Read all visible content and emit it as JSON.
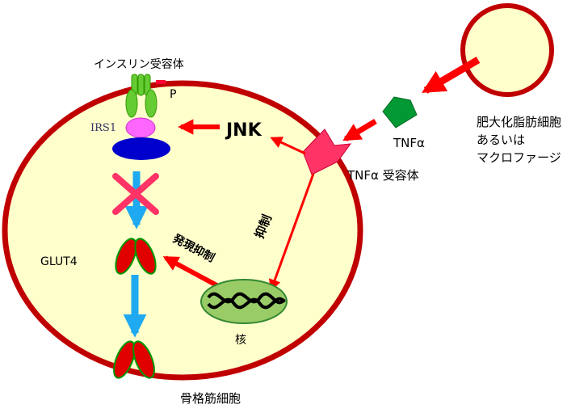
{
  "labels": {
    "insulin_receptor": "インスリン受容体",
    "phospho": "P",
    "irs1": "IRS1",
    "jnk": "JNK",
    "tnf_alpha": "TNFα",
    "tnf_receptor": "TNFα 受容体",
    "source_line1": "肥大化脂肪細胞",
    "source_line2": "あるいは",
    "source_line3": "マクロファージ",
    "suppression": "抑制",
    "expression_suppression": "発現抑制",
    "glut4": "GLUT4",
    "nucleus": "核",
    "skeletal_muscle_cell": "骨格筋細胞"
  },
  "colors": {
    "cell_fill": "#FFFFCC",
    "cell_border": "#C00000",
    "arrow_red": "#FF0000",
    "arrow_blue": "#1FA9F0",
    "receptor_green": "#66CC33",
    "irs1_pink": "#FF66FF",
    "base_blue": "#0000CC",
    "tnf_green": "#009933",
    "tnf_receptor_pink": "#FF3366",
    "glut4_red": "#E00000",
    "nucleus_green": "#99CC66"
  }
}
